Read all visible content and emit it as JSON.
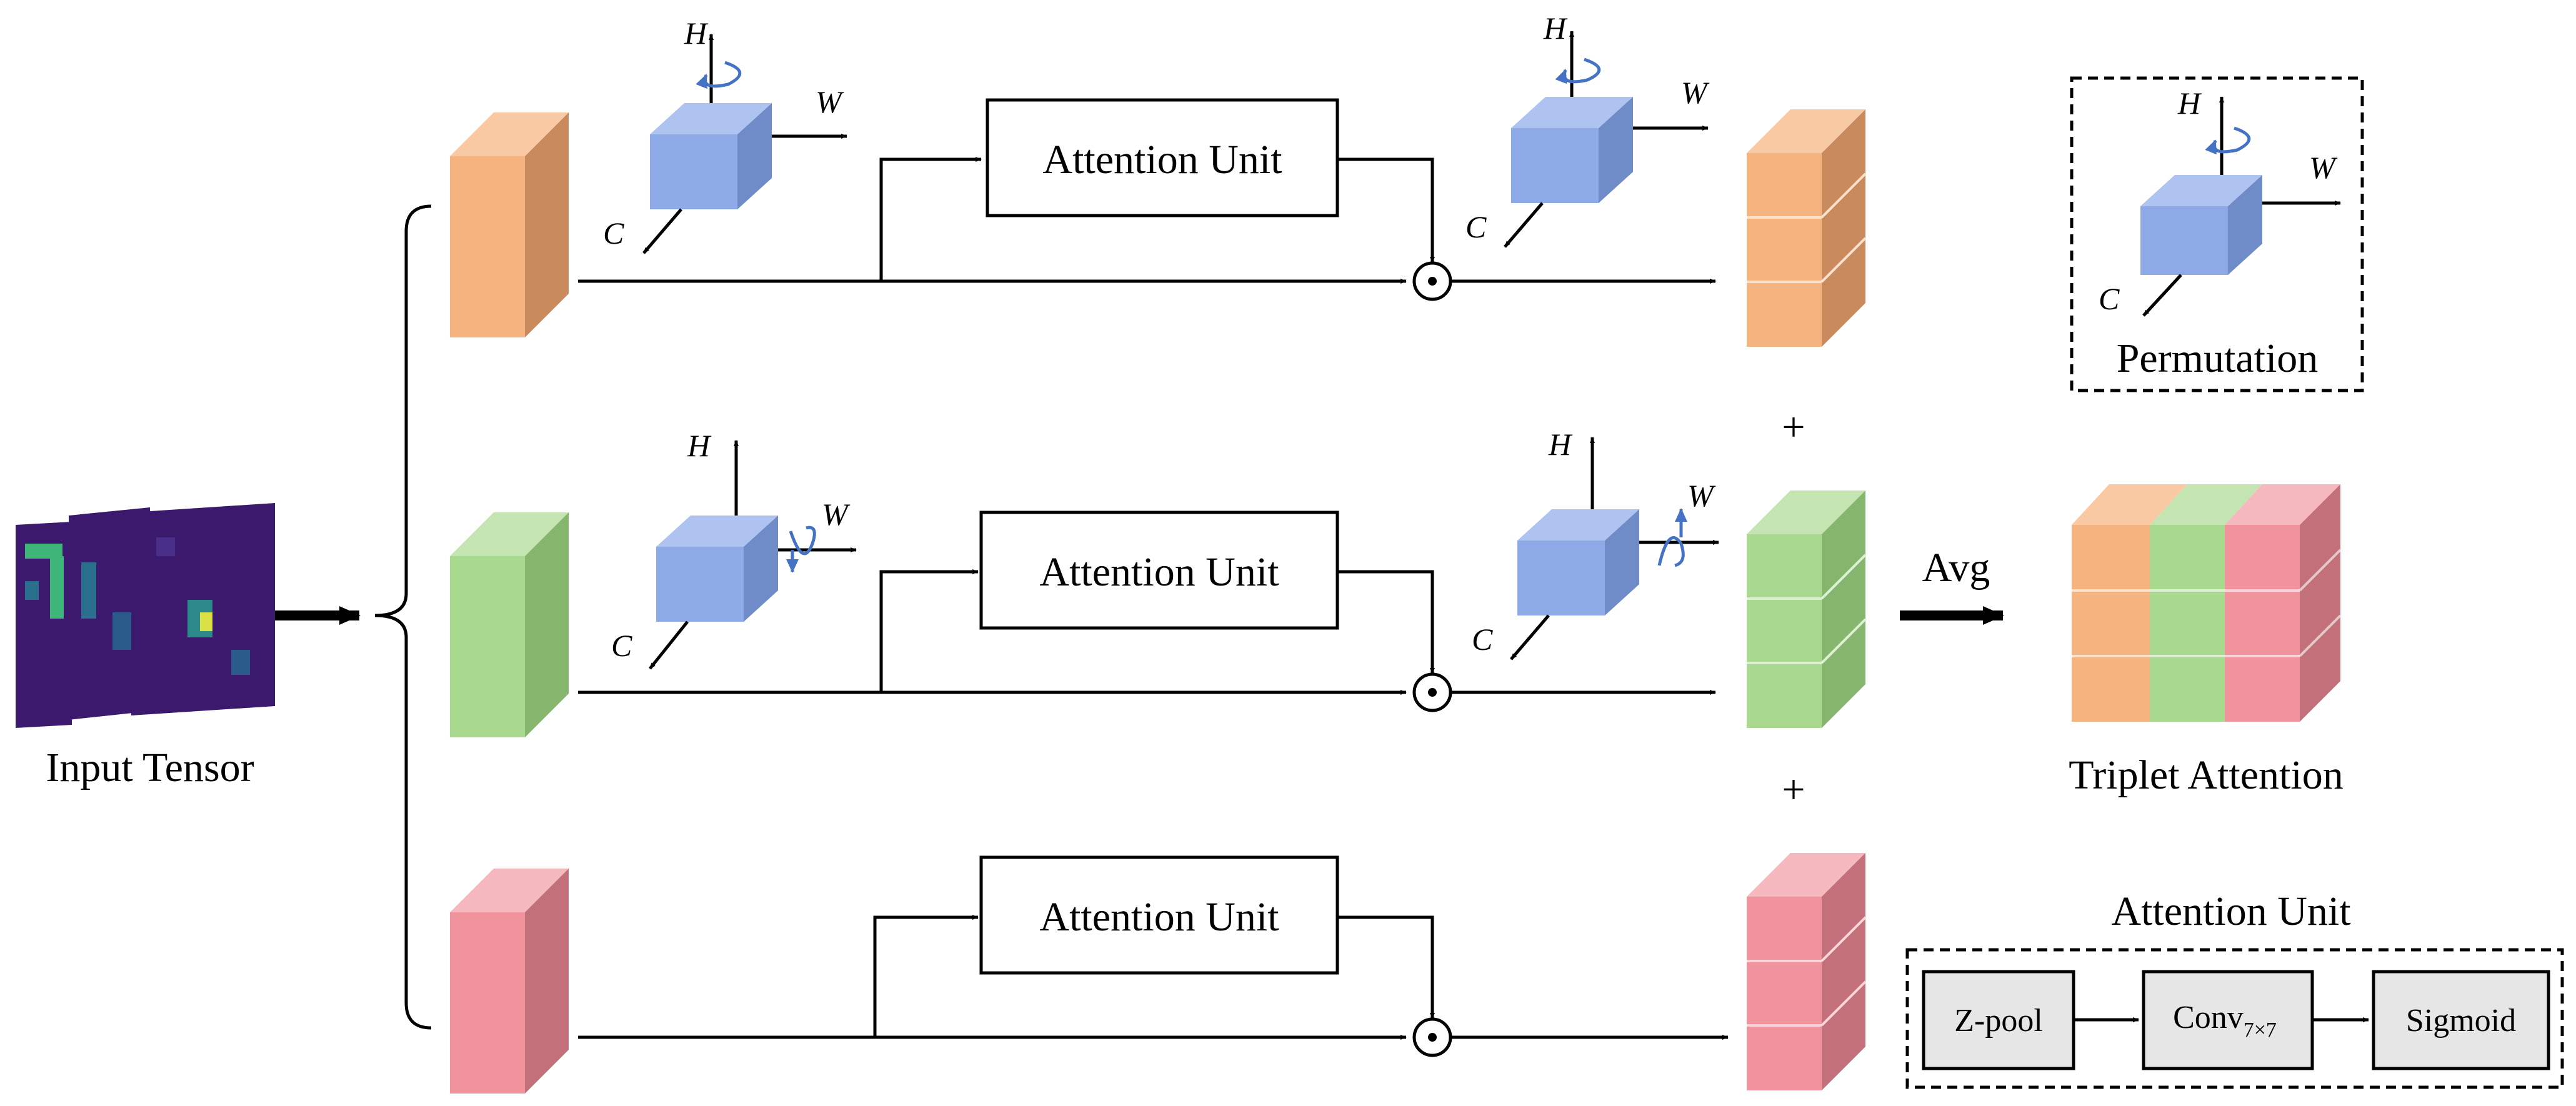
{
  "input": {
    "label": "Input Tensor"
  },
  "branches": [
    {
      "attention_label": "Attention Unit",
      "axis_labels": [
        "H",
        "W",
        "C"
      ]
    },
    {
      "attention_label": "Attention Unit",
      "axis_labels": [
        "H",
        "W",
        "C"
      ]
    },
    {
      "attention_label": "Attention Unit"
    }
  ],
  "plus_signs": [
    "+",
    "+"
  ],
  "avg_label": "Avg",
  "output": {
    "label": "Triplet Attention"
  },
  "legend_permutation": {
    "label": "Permutation",
    "axis_labels": [
      "H",
      "W",
      "C"
    ]
  },
  "legend_attention_unit": {
    "title": "Attention Unit",
    "steps": [
      "Z-pool",
      "Conv",
      "Sigmoid"
    ],
    "conv_subscript": "7×7"
  },
  "colors": {
    "orange": "#f5b380",
    "green": "#a9d88f",
    "pink": "#f0939c",
    "cube_blue": "#8eaae6",
    "rotation_arrow": "#4472c4",
    "input_bg": "#3b1a6e"
  }
}
